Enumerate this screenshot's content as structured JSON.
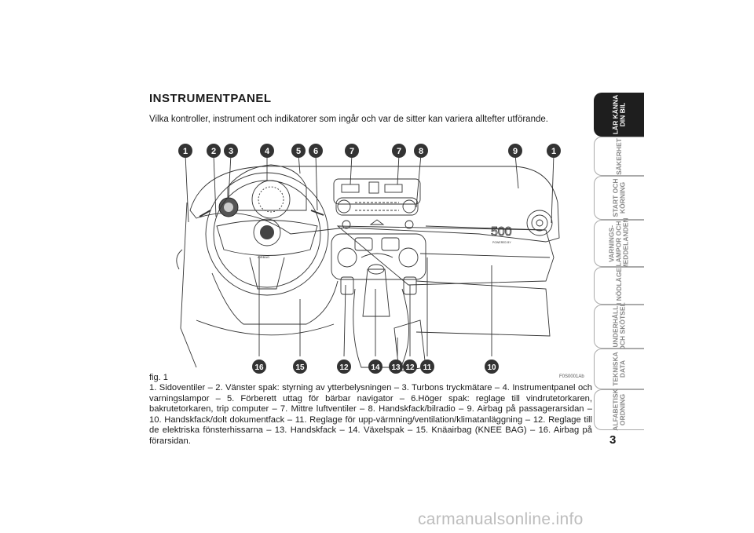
{
  "section": {
    "title": "INSTRUMENTPANEL",
    "subtitle": "Vilka kontroller, instrument och indikatorer som ingår och var de sitter kan variera alltefter utförande."
  },
  "figure": {
    "label": "fig. 1",
    "code": "F0S0001Ab",
    "callouts_top": [
      "1",
      "2",
      "3",
      "4",
      "5",
      "6",
      "7",
      "7",
      "8",
      "9",
      "1"
    ],
    "callouts_bottom": [
      "16",
      "15",
      "12",
      "14",
      "13",
      "12",
      "11",
      "10"
    ],
    "dashboard_texts": {
      "airbag_label": "AIRBAG",
      "logo_number": "500",
      "powered_by": "POWERED BY"
    }
  },
  "caption": "1. Sidoventiler – 2. Vänster spak: styrning av ytterbelysningen – 3. Turbons tryckmätare – 4. Instrumentpanel och varningslampor – 5. Förberett uttag för bärbar navigator – 6.Höger spak: reglage till vindrutetorkaren, bakrutetorkaren, trip computer – 7. Mittre luftventiler – 8. Handskfack/bilradio – 9. Airbag på passagerarsidan – 10. Handskfack/dolt dokumentfack – 11. Reglage för upp-värmning/ventilation/klimatanläggning – 12. Reglage till de elektriska fönsterhissarna – 13. Handskfack – 14. Växelspak – 15. Knäairbag (KNEE BAG) – 16. Airbag på förarsidan.",
  "sidebar": {
    "tabs": [
      {
        "label": "LÄR KÄNNA\nDIN BIL",
        "active": true
      },
      {
        "label": "SÄKERHET",
        "active": false
      },
      {
        "label": "START OCH\nKÖRNING",
        "active": false
      },
      {
        "label": "VARNINGS-\nLAMPOR OCH\nMEDDELANDEN",
        "active": false
      },
      {
        "label": "I NÖDLÄGE",
        "active": false
      },
      {
        "label": "UNDERHÅLL\nOCH SKÖTSEL",
        "active": false
      },
      {
        "label": "TEKNISKA\nDATA",
        "active": false
      },
      {
        "label": "ALFABETISK\nORDNING",
        "active": false
      }
    ]
  },
  "page_number": "3",
  "watermark": "carmanualsonline.info"
}
